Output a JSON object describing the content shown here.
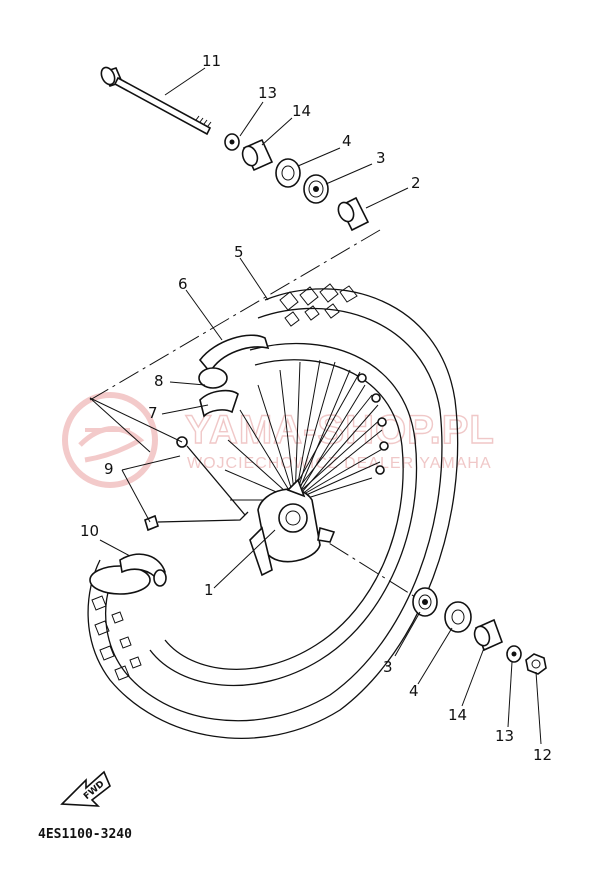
{
  "diagram_code": "4ES1100-3240",
  "direction_arrow_label": "FWD",
  "watermark": {
    "main": "YAMA-SHOP.PL",
    "sub": "WOJCIECHOWICZ DEALER YAMAHA"
  },
  "callouts": {
    "c1": "1",
    "c2": "2",
    "c3_top": "3",
    "c3_bottom": "3",
    "c4_top": "4",
    "c4_bottom": "4",
    "c5": "5",
    "c6": "6",
    "c7": "7",
    "c8": "8",
    "c9": "9",
    "c10": "10",
    "c11": "11",
    "c12": "12",
    "c13_top": "13",
    "c13_bottom": "13",
    "c14_top": "14",
    "c14_bottom": "14"
  }
}
